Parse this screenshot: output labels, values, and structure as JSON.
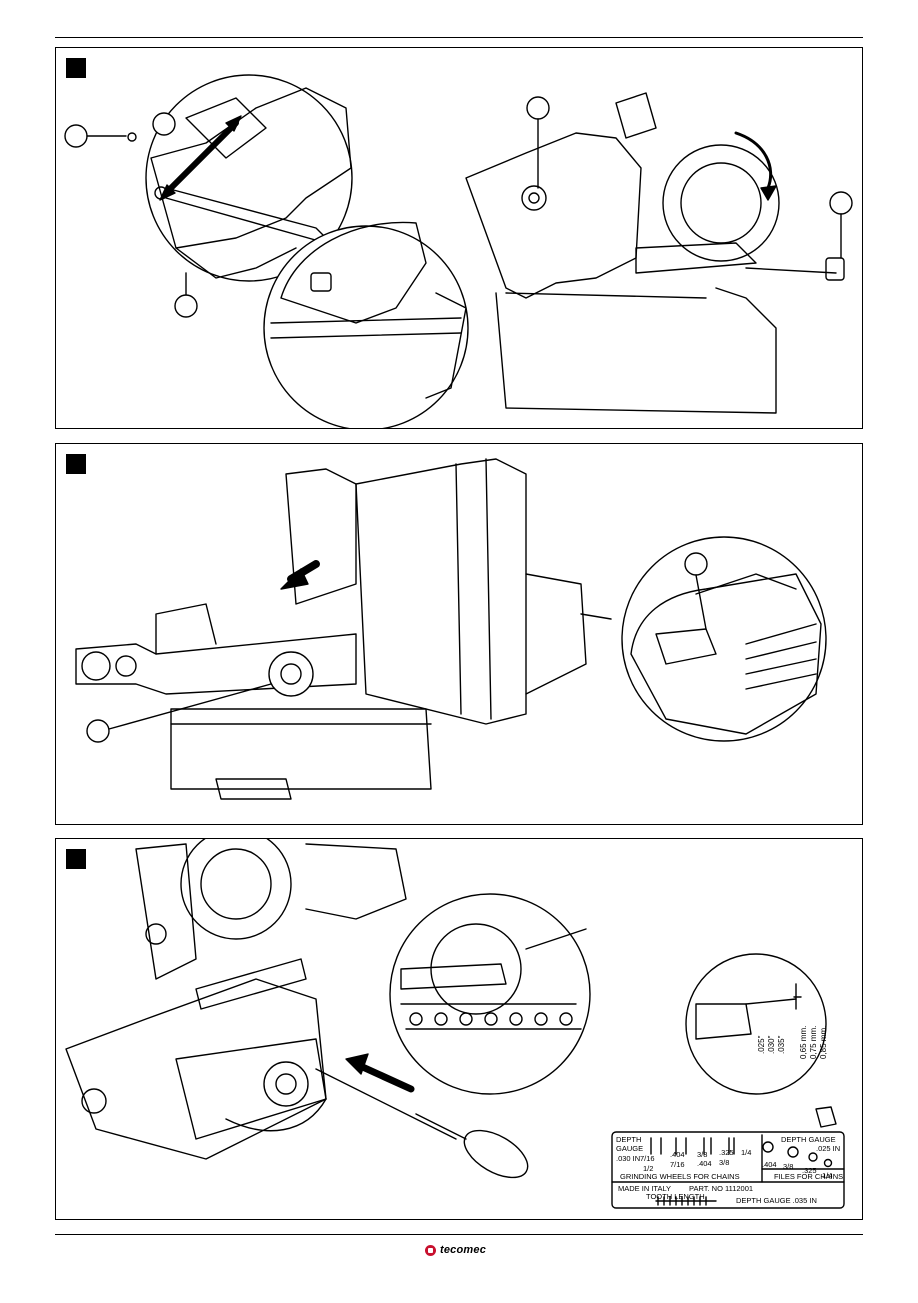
{
  "figures": [
    {
      "id": "fig-1",
      "marker_color": "#000000"
    },
    {
      "id": "fig-2",
      "marker_color": "#000000"
    },
    {
      "id": "fig-3",
      "marker_color": "#000000"
    }
  ],
  "depth_chart": {
    "values": [
      ".025\"",
      ".030\"",
      ".035\""
    ],
    "mm": [
      "0,65 mm.",
      "0,75 mm.",
      "0,85 mm."
    ]
  },
  "gauge_plate": {
    "depth_gauge_label_1": "DEPTH",
    "depth_gauge_label_2": "GAUGE",
    "depth_gauge_value": ".030 IN",
    "wheel_sizes_row1": [
      "7/16",
      ".404",
      "3/8",
      ".325",
      "1/4"
    ],
    "wheel_sizes_row2": [
      "1/2",
      "7/16",
      ".404",
      "3/8"
    ],
    "grinding_label": "GRINDING  WHEELS  FOR  CHAINS",
    "right_depth_label": "DEPTH GAUGE",
    "right_depth_value": ".025 IN",
    "file_sizes": [
      ".404",
      "3/8",
      ".325",
      "1/4"
    ],
    "files_label": "FILES  FOR  CHAINS",
    "made_in": "MADE IN ITALY",
    "part_no": "PART. NO  1112001",
    "tooth_length": "TOOTH LENGTH",
    "bottom_depth": "DEPTH GAUGE .035 IN"
  },
  "footer": {
    "brand": "tecomec",
    "brand_color": "#c8102e"
  }
}
